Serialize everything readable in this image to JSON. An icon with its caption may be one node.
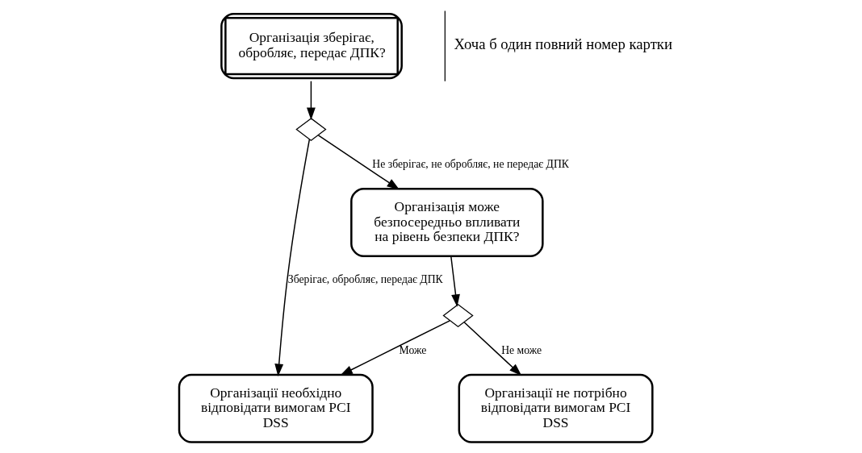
{
  "diagram": {
    "nodes": [
      {
        "text": [
          "Організація зберігає, обробляє, передає ДПК?"
        ],
        "beside": [
          "Хоча б один повний номер картки"
        ]
      },
      {
        "text": [],
        "shape": "diamond"
      },
      {
        "text": [
          "Організація може безпосередньо впливати на рівень безпеки ДПК?"
        ]
      },
      {
        "text": [],
        "shape": "diamond"
      },
      {
        "text": [
          "Організації необхідно відповідати вимогам PCI DSS"
        ]
      },
      {
        "text": [
          "Організації не потрібно відповідати вимогам PCI DSS"
        ]
      }
    ],
    "edges": [
      {
        "from": 0,
        "to": 1,
        "arrow": "to"
      },
      {
        "from": 1,
        "to": 4,
        "arrow": "to",
        "label": "Зберігає, обробляє, передає ДПК"
      },
      {
        "from": 1,
        "to": 2,
        "arrow": "to",
        "label": "Не зберігає, не обробляє, не передає ДПК"
      },
      {
        "from": 2,
        "to": 3,
        "arrow": "to"
      },
      {
        "from": 3,
        "to": 4,
        "arrow": "to",
        "label": "Може"
      },
      {
        "from": 3,
        "to": 5,
        "arrow": "to",
        "label": "Не може"
      }
    ]
  }
}
